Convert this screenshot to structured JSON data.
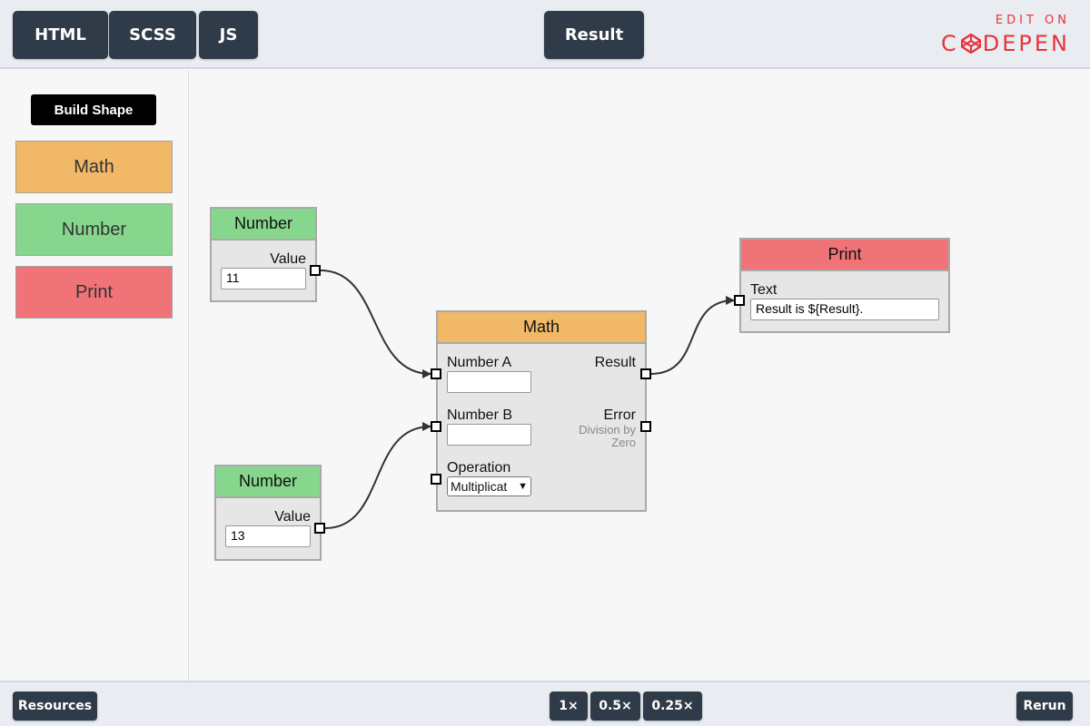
{
  "header": {
    "tabs": [
      {
        "label": "HTML"
      },
      {
        "label": "SCSS"
      },
      {
        "label": "JS"
      }
    ],
    "result_label": "Result",
    "brand_edit": "EDIT ON",
    "brand_name_pre": "C",
    "brand_name_post": "DEPEN",
    "brand_color": "#e8323c"
  },
  "sidebar": {
    "build_label": "Build Shape",
    "palette": [
      {
        "label": "Math",
        "color": "#f0b867"
      },
      {
        "label": "Number",
        "color": "#87d68d"
      },
      {
        "label": "Print",
        "color": "#f07378"
      }
    ]
  },
  "nodes": {
    "number1": {
      "title": "Number",
      "output_label": "Value",
      "value": "11"
    },
    "number2": {
      "title": "Number",
      "output_label": "Value",
      "value": "13"
    },
    "math": {
      "title": "Math",
      "input_a_label": "Number A",
      "input_a_value": "",
      "input_b_label": "Number B",
      "input_b_value": "",
      "operation_label": "Operation",
      "operation_value": "Multiplicat",
      "result_label": "Result",
      "error_label": "Error",
      "error_note_1": "Division by",
      "error_note_2": "Zero"
    },
    "print": {
      "title": "Print",
      "input_label": "Text",
      "value": "Result is ${Result}."
    }
  },
  "footer": {
    "resources_label": "Resources",
    "zoom": [
      "1×",
      "0.5×",
      "0.25×"
    ],
    "rerun_label": "Rerun"
  }
}
